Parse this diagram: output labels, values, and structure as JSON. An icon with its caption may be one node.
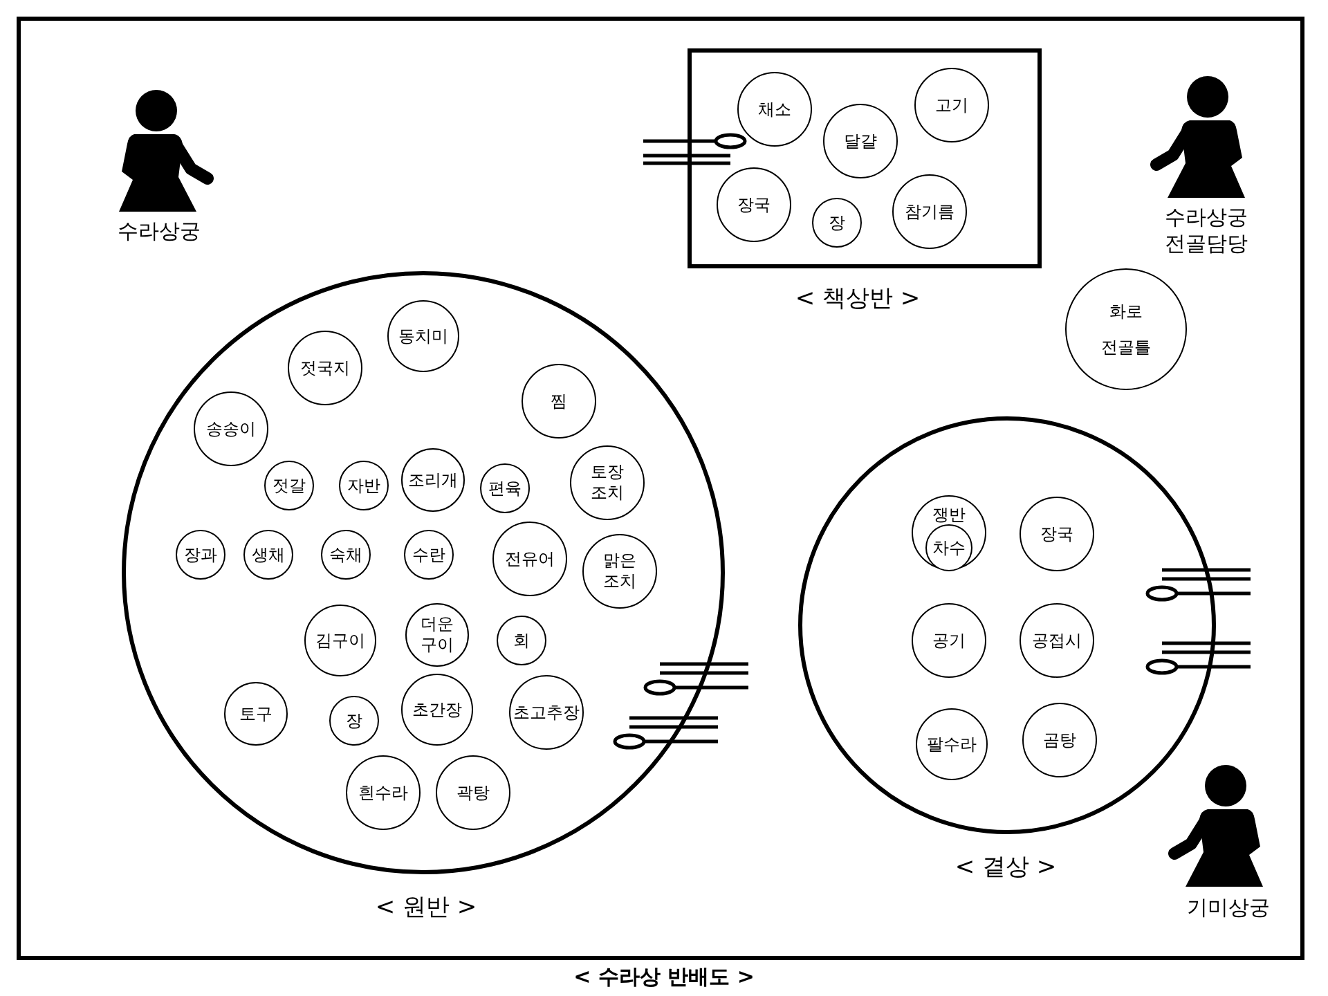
{
  "diagram": {
    "caption": "< 수라상 반배도 >",
    "nodes": [
      {
        "text": [
          "< 책상반 >"
        ]
      },
      {
        "text": [
          "채소"
        ],
        "in": 0
      },
      {
        "text": [
          "고기"
        ],
        "in": 0
      },
      {
        "text": [
          "달걀"
        ],
        "in": 0
      },
      {
        "text": [
          "장국"
        ],
        "in": 0
      },
      {
        "text": [
          "장"
        ],
        "in": 0
      },
      {
        "text": [
          "참기름"
        ],
        "in": 0
      },
      {
        "text": [
          "화로",
          "전골틀"
        ]
      },
      {
        "text": [
          "< 원반 >"
        ]
      },
      {
        "text": [
          "동치미"
        ],
        "in": 8
      },
      {
        "text": [
          "젓국지"
        ],
        "in": 8
      },
      {
        "text": [
          "찜"
        ],
        "in": 8
      },
      {
        "text": [
          "송송이"
        ],
        "in": 8
      },
      {
        "text": [
          "젓갈"
        ],
        "in": 8
      },
      {
        "text": [
          "자반"
        ],
        "in": 8
      },
      {
        "text": [
          "조리개"
        ],
        "in": 8
      },
      {
        "text": [
          "편육"
        ],
        "in": 8
      },
      {
        "text": [
          "토장 조치"
        ],
        "in": 8
      },
      {
        "text": [
          "장과"
        ],
        "in": 8
      },
      {
        "text": [
          "생채"
        ],
        "in": 8
      },
      {
        "text": [
          "숙채"
        ],
        "in": 8
      },
      {
        "text": [
          "수란"
        ],
        "in": 8
      },
      {
        "text": [
          "전유어"
        ],
        "in": 8
      },
      {
        "text": [
          "맑은 조치"
        ],
        "in": 8
      },
      {
        "text": [
          "김구이"
        ],
        "in": 8
      },
      {
        "text": [
          "더운 구이"
        ],
        "in": 8
      },
      {
        "text": [
          "회"
        ],
        "in": 8
      },
      {
        "text": [
          "토구"
        ],
        "in": 8
      },
      {
        "text": [
          "장"
        ],
        "in": 8
      },
      {
        "text": [
          "초간장"
        ],
        "in": 8
      },
      {
        "text": [
          "초고추장"
        ],
        "in": 8
      },
      {
        "text": [
          "흰수라"
        ],
        "in": 8
      },
      {
        "text": [
          "곽탕"
        ],
        "in": 8
      },
      {
        "text": [
          "< 곁상 >"
        ]
      },
      {
        "text": [
          "쟁반"
        ],
        "in": 33
      },
      {
        "text": [
          "차수"
        ],
        "in": 34
      },
      {
        "text": [
          "장국"
        ],
        "in": 33
      },
      {
        "text": [
          "공기"
        ],
        "in": 33
      },
      {
        "text": [
          "공접시"
        ],
        "in": 33
      },
      {
        "text": [
          "팔수라"
        ],
        "in": 33
      },
      {
        "text": [
          "곰탕"
        ],
        "in": 33
      }
    ],
    "labels": [
      "수라상궁",
      "수라상궁 전골담당",
      "기미상궁"
    ]
  }
}
